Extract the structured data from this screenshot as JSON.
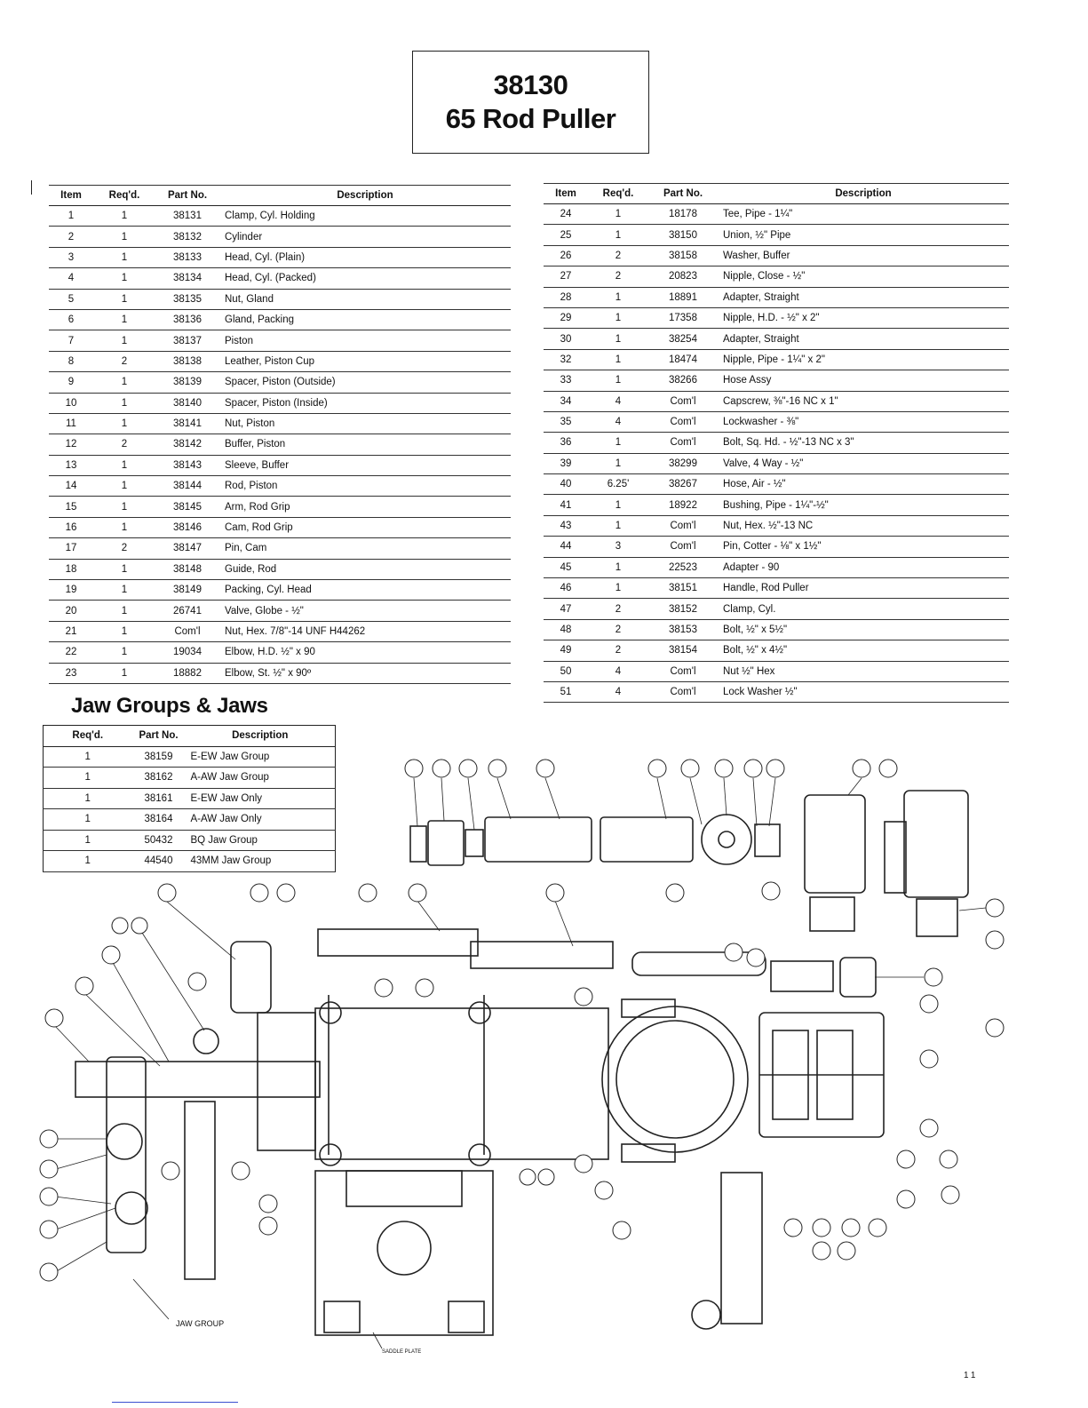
{
  "title": {
    "number": "38130",
    "name": "65 Rod Puller"
  },
  "columns": [
    "Item",
    "Req'd.",
    "Part No.",
    "Description"
  ],
  "parts_left": [
    {
      "item": "1",
      "req": "1",
      "part": "38131",
      "desc": "Clamp, Cyl. Holding"
    },
    {
      "item": "2",
      "req": "1",
      "part": "38132",
      "desc": "Cylinder"
    },
    {
      "item": "3",
      "req": "1",
      "part": "38133",
      "desc": "Head, Cyl. (Plain)"
    },
    {
      "item": "4",
      "req": "1",
      "part": "38134",
      "desc": "Head, Cyl. (Packed)"
    },
    {
      "item": "5",
      "req": "1",
      "part": "38135",
      "desc": "Nut, Gland"
    },
    {
      "item": "6",
      "req": "1",
      "part": "38136",
      "desc": "Gland, Packing"
    },
    {
      "item": "7",
      "req": "1",
      "part": "38137",
      "desc": "Piston"
    },
    {
      "item": "8",
      "req": "2",
      "part": "38138",
      "desc": "Leather, Piston Cup"
    },
    {
      "item": "9",
      "req": "1",
      "part": "38139",
      "desc": "Spacer, Piston (Outside)"
    },
    {
      "item": "10",
      "req": "1",
      "part": "38140",
      "desc": "Spacer, Piston (Inside)"
    },
    {
      "item": "11",
      "req": "1",
      "part": "38141",
      "desc": "Nut, Piston"
    },
    {
      "item": "12",
      "req": "2",
      "part": "38142",
      "desc": "Buffer, Piston"
    },
    {
      "item": "13",
      "req": "1",
      "part": "38143",
      "desc": "Sleeve, Buffer"
    },
    {
      "item": "14",
      "req": "1",
      "part": "38144",
      "desc": "Rod, Piston"
    },
    {
      "item": "15",
      "req": "1",
      "part": "38145",
      "desc": "Arm, Rod Grip"
    },
    {
      "item": "16",
      "req": "1",
      "part": "38146",
      "desc": "Cam, Rod Grip"
    },
    {
      "item": "17",
      "req": "2",
      "part": "38147",
      "desc": "Pin, Cam"
    },
    {
      "item": "18",
      "req": "1",
      "part": "38148",
      "desc": "Guide, Rod"
    },
    {
      "item": "19",
      "req": "1",
      "part": "38149",
      "desc": "Packing, Cyl. Head"
    },
    {
      "item": "20",
      "req": "1",
      "part": "26741",
      "desc": "Valve, Globe - ½\""
    },
    {
      "item": "21",
      "req": "1",
      "part": "Com'l",
      "desc": "Nut, Hex. 7/8\"-14 UNF H44262"
    },
    {
      "item": "22",
      "req": "1",
      "part": "19034",
      "desc": "Elbow, H.D. ½\" x 90"
    },
    {
      "item": "23",
      "req": "1",
      "part": "18882",
      "desc": "Elbow, St. ½\" x 90º"
    }
  ],
  "parts_right": [
    {
      "item": "24",
      "req": "1",
      "part": "18178",
      "desc": "Tee, Pipe - 1¼\""
    },
    {
      "item": "25",
      "req": "1",
      "part": "38150",
      "desc": "Union, ½\" Pipe"
    },
    {
      "item": "26",
      "req": "2",
      "part": "38158",
      "desc": "Washer, Buffer"
    },
    {
      "item": "27",
      "req": "2",
      "part": "20823",
      "desc": "Nipple, Close - ½\""
    },
    {
      "item": "28",
      "req": "1",
      "part": "18891",
      "desc": "Adapter, Straight"
    },
    {
      "item": "29",
      "req": "1",
      "part": "17358",
      "desc": "Nipple, H.D. - ½\" x 2\""
    },
    {
      "item": "30",
      "req": "1",
      "part": "38254",
      "desc": "Adapter, Straight"
    },
    {
      "item": "32",
      "req": "1",
      "part": "18474",
      "desc": "Nipple, Pipe - 1¼\" x 2\""
    },
    {
      "item": "33",
      "req": "1",
      "part": "38266",
      "desc": "Hose Assy"
    },
    {
      "item": "34",
      "req": "4",
      "part": "Com'l",
      "desc": "Capscrew, ⅜\"-16 NC x 1\""
    },
    {
      "item": "35",
      "req": "4",
      "part": "Com'l",
      "desc": "Lockwasher - ⅜\""
    },
    {
      "item": "36",
      "req": "1",
      "part": "Com'l",
      "desc": "Bolt, Sq. Hd. - ½\"-13 NC x 3\""
    },
    {
      "item": "39",
      "req": "1",
      "part": "38299",
      "desc": "Valve, 4 Way - ½\""
    },
    {
      "item": "40",
      "req": "6.25'",
      "part": "38267",
      "desc": "Hose, Air - ½\""
    },
    {
      "item": "41",
      "req": "1",
      "part": "18922",
      "desc": "Bushing, Pipe - 1¼\"-½\""
    },
    {
      "item": "43",
      "req": "1",
      "part": "Com'l",
      "desc": "Nut, Hex. ½\"-13 NC"
    },
    {
      "item": "44",
      "req": "3",
      "part": "Com'l",
      "desc": "Pin, Cotter - ⅛\" x 1½\""
    },
    {
      "item": "45",
      "req": "1",
      "part": "22523",
      "desc": "Adapter - 90"
    },
    {
      "item": "46",
      "req": "1",
      "part": "38151",
      "desc": "Handle, Rod Puller"
    },
    {
      "item": "47",
      "req": "2",
      "part": "38152",
      "desc": "Clamp, Cyl."
    },
    {
      "item": "48",
      "req": "2",
      "part": "38153",
      "desc": "Bolt, ½\" x 5½\""
    },
    {
      "item": "49",
      "req": "2",
      "part": "38154",
      "desc": "Bolt, ½\" x 4½\""
    },
    {
      "item": "50",
      "req": "4",
      "part": "Com'l",
      "desc": "Nut ½\" Hex"
    },
    {
      "item": "51",
      "req": "4",
      "part": "Com'l",
      "desc": "Lock Washer ½\""
    }
  ],
  "jaw_heading": "Jaw Groups & Jaws",
  "jaw_columns": [
    "Req'd.",
    "Part No.",
    "Description"
  ],
  "jaws": [
    {
      "req": "1",
      "part": "38159",
      "desc": "E-EW Jaw Group"
    },
    {
      "req": "1",
      "part": "38162",
      "desc": "A-AW Jaw Group"
    },
    {
      "req": "1",
      "part": "38161",
      "desc": "E-EW Jaw Only"
    },
    {
      "req": "1",
      "part": "38164",
      "desc": "A-AW Jaw Only"
    },
    {
      "req": "1",
      "part": "50432",
      "desc": "BQ Jaw Group"
    },
    {
      "req": "1",
      "part": "44540",
      "desc": "43MM Jaw Group"
    }
  ],
  "diagram_labels": {
    "jaw_group": "JAW GROUP",
    "saddle_plate": "SADDLE PLATE"
  },
  "page_number": "11"
}
